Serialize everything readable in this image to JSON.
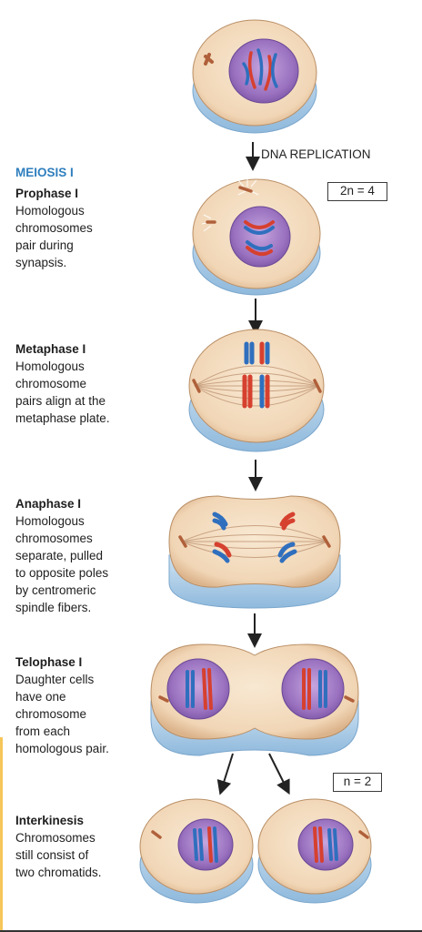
{
  "diagram": {
    "section_title": "MEIOSIS I",
    "replication_label": "DNA REPLICATION",
    "ploidy_top": "2n = 4",
    "ploidy_bottom": "n = 2",
    "stages": [
      {
        "title": "Prophase I",
        "lines": [
          "Homologous",
          "chromosomes",
          "pair during",
          "synapsis."
        ]
      },
      {
        "title": "Metaphase I",
        "lines": [
          "Homologous",
          "chromosome",
          "pairs align at the",
          "metaphase plate."
        ]
      },
      {
        "title": "Anaphase I",
        "lines": [
          "Homologous",
          "chromosomes",
          "separate, pulled",
          "to opposite poles",
          "by centromeric",
          "spindle fibers."
        ]
      },
      {
        "title": "Telophase I",
        "lines": [
          "Daughter cells",
          "have one",
          "chromosome",
          "from each",
          "homologous pair."
        ]
      },
      {
        "title": "Interkinesis",
        "lines": [
          "Chromosomes",
          "still consist of",
          "two chromatids."
        ]
      }
    ]
  },
  "colors": {
    "accent_blue": "#2f7fbe",
    "chromosome_red": "#d6402f",
    "chromosome_blue": "#2f6fbe",
    "nucleus_purple": "#8c62b5",
    "cytoplasm": "#f3dcc0",
    "cell_base": "#9ec4e3"
  }
}
